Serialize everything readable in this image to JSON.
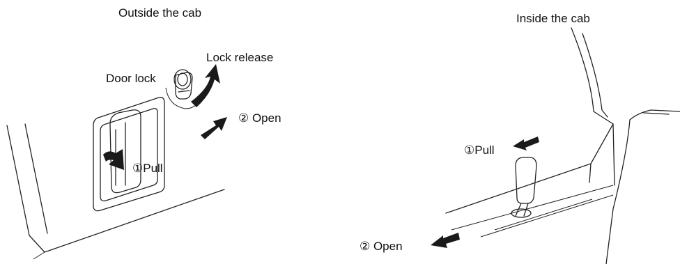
{
  "left_panel": {
    "title": "Outside the cab",
    "labels": {
      "door_lock": "Door lock",
      "lock_release": "Lock release",
      "pull": "①Pull",
      "open": "② Open"
    }
  },
  "right_panel": {
    "title": "Inside the cab",
    "labels": {
      "pull": "①Pull",
      "open": "② Open"
    }
  }
}
